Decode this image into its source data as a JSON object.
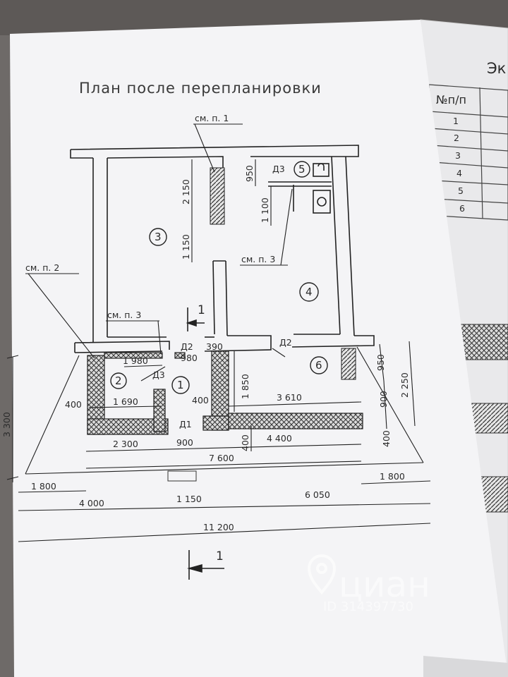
{
  "page": {
    "title": "План после перепланировки",
    "side_heading": "Эк",
    "section_number": "1"
  },
  "notes": {
    "sm_p1": "см. п. 1",
    "sm_p2": "см. п. 2",
    "sm_p3a": "см. п. 3",
    "sm_p3b": "см. п. 3"
  },
  "rooms": [
    "1",
    "2",
    "3",
    "4",
    "5",
    "6"
  ],
  "doors": {
    "d1": "Д1",
    "d2a": "Д2",
    "d2b": "Д2",
    "d3a": "Д3",
    "d3b": "Д3"
  },
  "dimensions": {
    "d2150": "2 150",
    "d950a": "950",
    "d1100": "1 100",
    "d1150v": "1 150",
    "d1980": "1 980",
    "d980": "980",
    "d390": "390",
    "d1850": "1 850",
    "d400a": "400",
    "d1690": "1 690",
    "d400b": "400",
    "d3610": "3 610",
    "d950b": "950",
    "d900a": "900",
    "d2250": "2 250",
    "d400c": "400",
    "d3300": "3 300",
    "d2300": "2 300",
    "d900b": "900",
    "d400d": "400",
    "d4400": "4 400",
    "d7600": "7 600",
    "d1800a": "1 800",
    "d1800b": "1 800",
    "d4000": "4 000",
    "d1150h": "1 150",
    "d6050": "6 050",
    "d11200": "11 200"
  },
  "side_table": {
    "header": "№п/п",
    "rows": [
      "1",
      "2",
      "3",
      "4",
      "5",
      "6"
    ]
  },
  "watermark": {
    "brand": "циан",
    "id": "ID 314397730"
  }
}
